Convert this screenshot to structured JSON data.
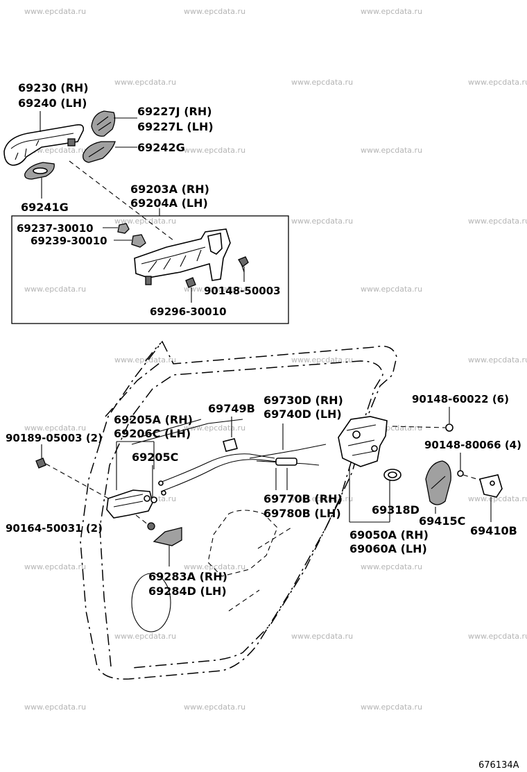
{
  "watermark_text": "www.epcdata.ru",
  "diagram_ref": "676134A",
  "labels": {
    "handle_rh": "69230 (RH)",
    "handle_lh": "69240 (LH)",
    "cover_rh": "69227J (RH)",
    "cover_lh": "69227L (LH)",
    "pad_69242g": "69242G",
    "pad_69241g": "69241G",
    "frame_rh": "69203A (RH)",
    "frame_lh": "69204A (LH)",
    "nut_69237": "69237-30010",
    "seal_69239": "69239-30010",
    "screw_90148_50003": "90148-50003",
    "screw_69296": "69296-30010",
    "cable_69749b": "69749B",
    "cable_rh": "69730D (RH)",
    "cable_lh": "69740D (LH)",
    "screw_90148_60022": "90148-60022 (6)",
    "inside_rh": "69205A (RH)",
    "inside_lh": "69206C (LH)",
    "clip_69205c": "69205C",
    "bolt_90189": "90189-05003 (2)",
    "screw_90148_80066": "90148-80066 (4)",
    "rod_rh": "69770B (RH)",
    "rod_lh": "69780B (LH)",
    "cover_69318d": "69318D",
    "bezel_rh": "69283A (RH)",
    "bezel_lh": "69284D (LH)",
    "lock_rh": "69050A (RH)",
    "lock_lh": "69060A (LH)",
    "striker_plate": "69415C",
    "striker": "69410B",
    "screw_90164": "90164-50031 (2)"
  }
}
